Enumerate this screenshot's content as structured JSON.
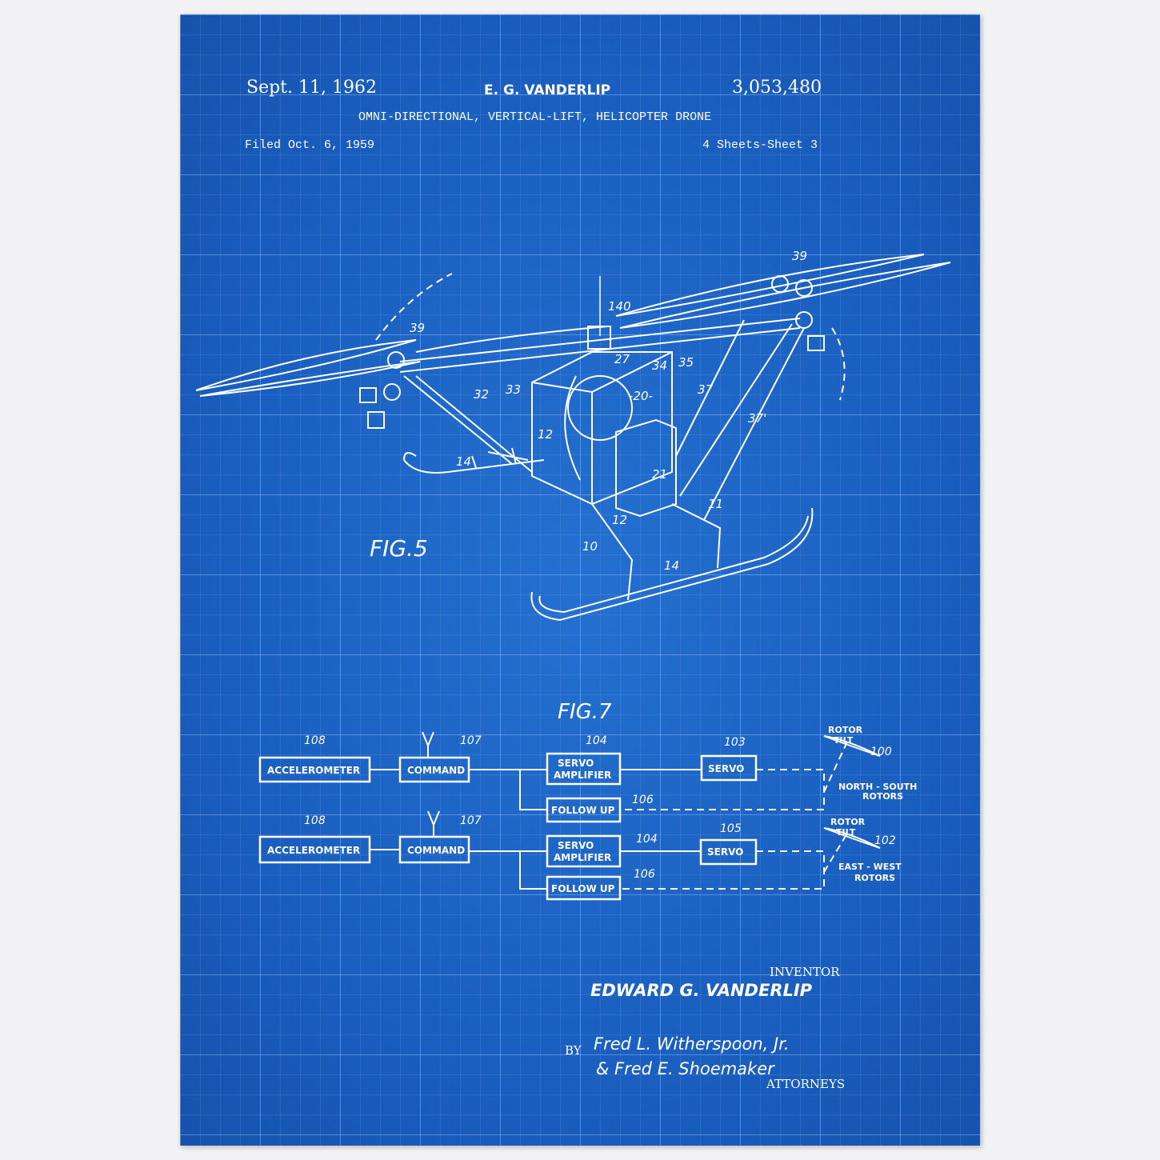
{
  "header": {
    "date": "Sept. 11, 1962",
    "inventor_short": "E. G. VANDERLIP",
    "patent_number": "3,053,480",
    "title": "OMNI-DIRECTIONAL, VERTICAL-LIFT, HELICOPTER DRONE",
    "filed": "Filed Oct. 6, 1959",
    "sheets": "4 Sheets-Sheet 3"
  },
  "fig5": {
    "label": "FIG.5",
    "parts": [
      "39",
      "140",
      "39",
      "32",
      "33",
      "34",
      "35",
      "27",
      "-20-",
      "37",
      "37'",
      "12",
      "14",
      "21",
      "11",
      "12",
      "10",
      "14"
    ]
  },
  "fig7": {
    "label": "FIG.7",
    "rows": [
      {
        "accel_ref": "108",
        "accel": "ACCELEROMETER",
        "command_ref": "107",
        "command": "COMMAND",
        "amp_ref": "104",
        "amp1": "SERVO",
        "amp2": "AMPLIFIER",
        "servo_ref": "103",
        "servo": "SERVO",
        "follow_ref": "106",
        "follow": "FOLLOW UP",
        "tilt1": "ROTOR",
        "tilt2": "TILT",
        "rotor_ref": "100",
        "rotors1": "NORTH - SOUTH",
        "rotors2": "ROTORS"
      },
      {
        "accel_ref": "108",
        "accel": "ACCELEROMETER",
        "command_ref": "107",
        "command": "COMMAND",
        "amp_ref": "104",
        "amp1": "SERVO",
        "amp2": "AMPLIFIER",
        "servo_ref": "105",
        "servo": "SERVO",
        "follow_ref": "106",
        "follow": "FOLLOW UP",
        "tilt1": "ROTOR",
        "tilt2": "TILT",
        "rotor_ref": "102",
        "rotors1": "EAST - WEST",
        "rotors2": "ROTORS"
      }
    ]
  },
  "signature": {
    "inventor_label": "INVENTOR",
    "inventor": "EDWARD G. VANDERLIP",
    "by": "BY",
    "attorney1": "Fred L. Witherspoon, Jr.",
    "attorney2": "& Fred E. Shoemaker",
    "attorneys_label": "ATTORNEYS"
  },
  "colors": {
    "background": "#1a5fc0",
    "ink": "#ffffff"
  }
}
